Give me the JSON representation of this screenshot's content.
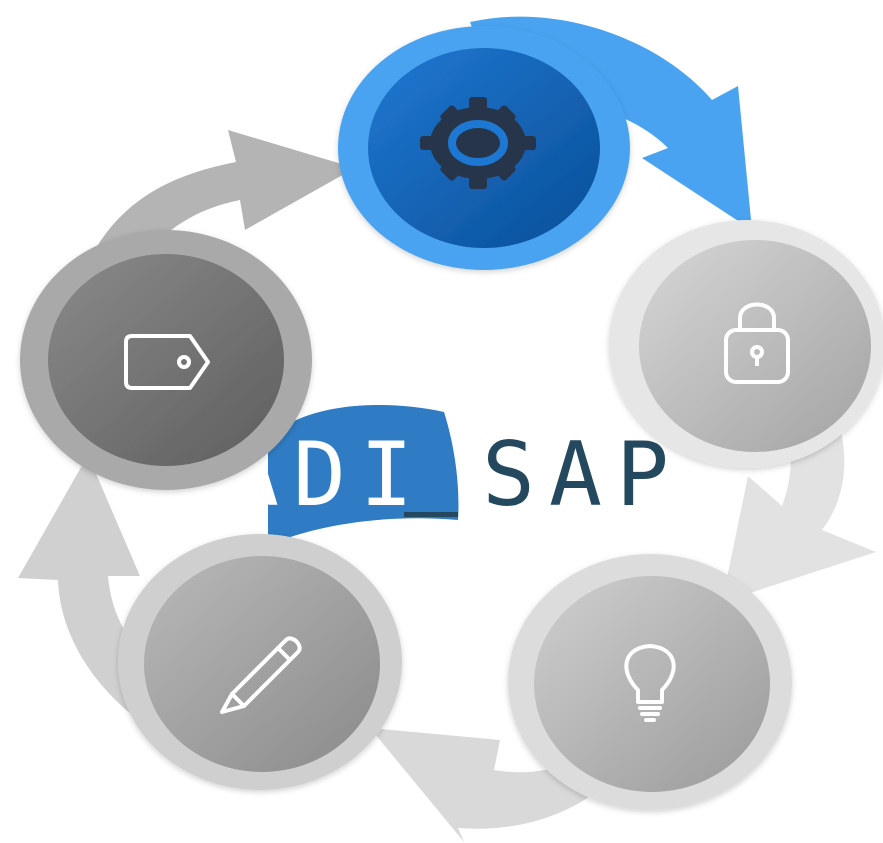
{
  "logo": {
    "part1": "ADI",
    "part2": "SAP",
    "colors": {
      "badge": "#2f7cc4",
      "part1": "#ffffff",
      "part2": "#24495e"
    }
  },
  "cycle": {
    "active_step": "settings",
    "steps": [
      {
        "id": "settings",
        "icon": "gear-icon",
        "state": "active",
        "colors": {
          "ring": "#4aa3f0",
          "fill_light": "#1f78d2",
          "fill_dark": "#0a4f98",
          "glyph": "#27354a"
        }
      },
      {
        "id": "security",
        "icon": "lock-icon",
        "state": "inactive",
        "colors": {
          "ring": "#e6e6e6",
          "fill_light": "#d6d6d6",
          "fill_dark": "#a3a3a3",
          "glyph": "#ffffff"
        }
      },
      {
        "id": "idea",
        "icon": "lightbulb-icon",
        "state": "inactive",
        "colors": {
          "ring": "#dcdcdc",
          "fill_light": "#cfcfcf",
          "fill_dark": "#9a9a9a",
          "glyph": "#ffffff"
        }
      },
      {
        "id": "edit",
        "icon": "pencil-icon",
        "state": "inactive",
        "colors": {
          "ring": "#cfcfcf",
          "fill_light": "#b9b9b9",
          "fill_dark": "#8a8a8a",
          "glyph": "#ffffff"
        }
      },
      {
        "id": "tag",
        "icon": "tag-icon",
        "state": "inactive",
        "colors": {
          "ring": "#a9a9a9",
          "fill_light": "#8a8a8a",
          "fill_dark": "#5e5e5e",
          "glyph": "#ffffff"
        }
      }
    ],
    "arrow_colors": [
      "#4aa3f0",
      "#e2e2e2",
      "#d9d9d9",
      "#d0d0d0",
      "#b4b4b4"
    ]
  }
}
